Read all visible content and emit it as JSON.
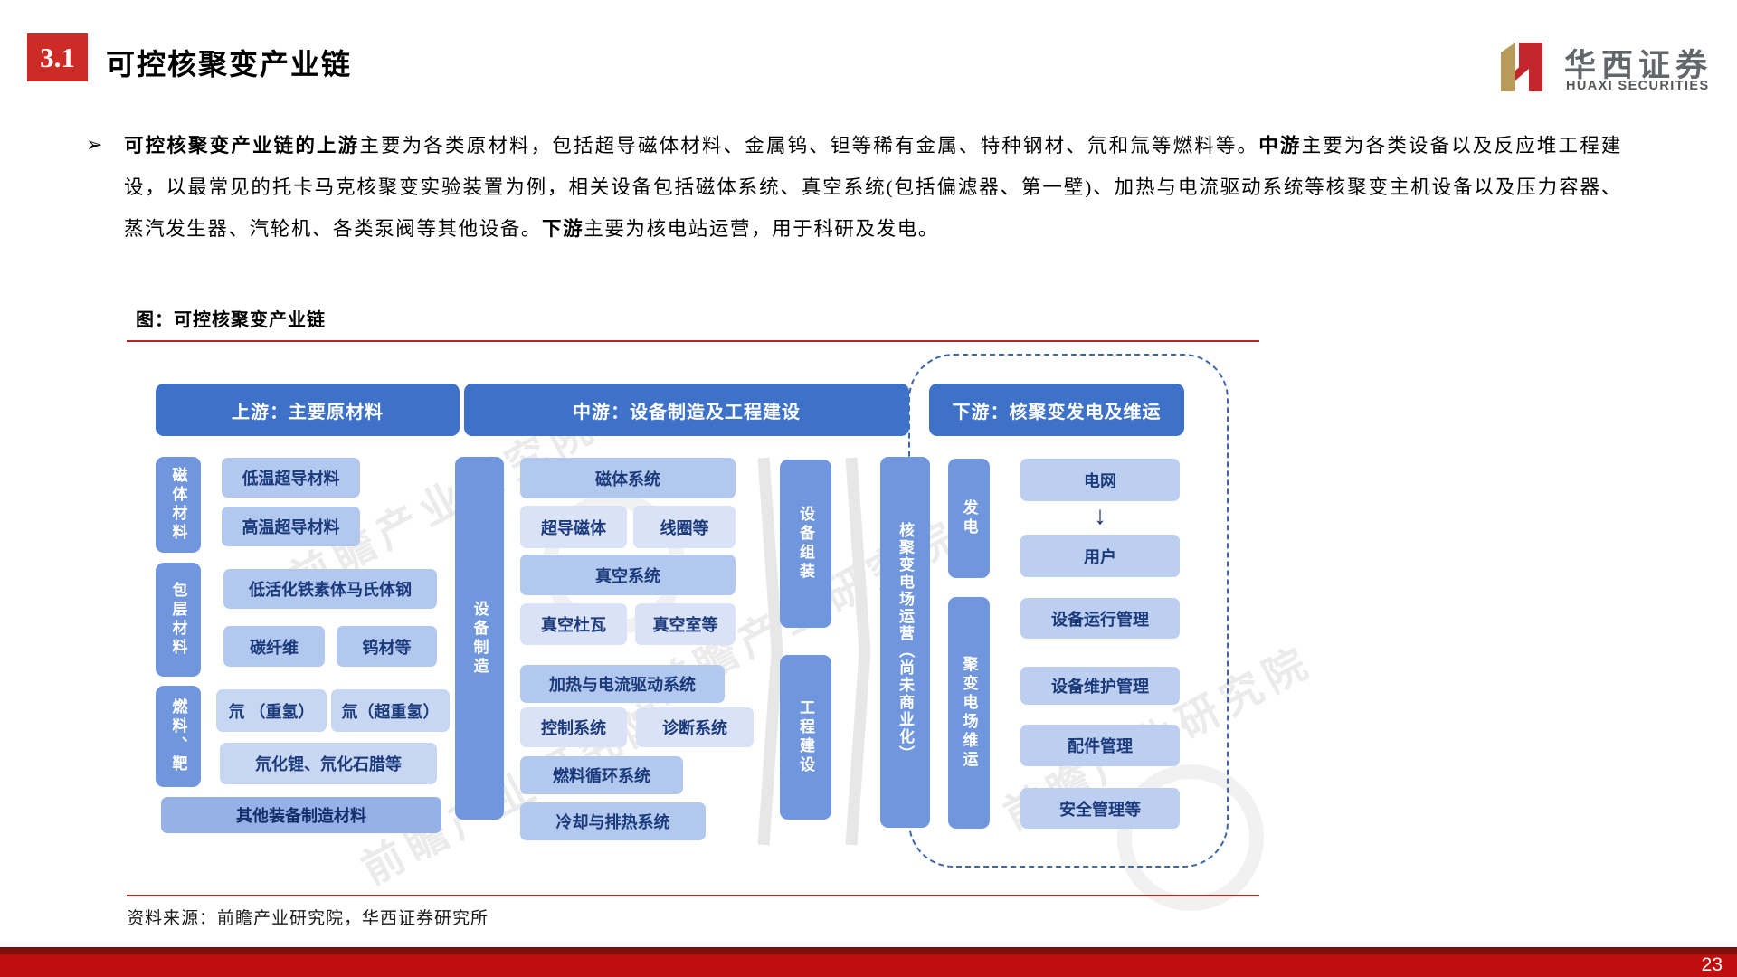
{
  "slide": {
    "section_number": "3.1",
    "title": "可控核聚变产业链",
    "page_number": "23"
  },
  "logo": {
    "name_cn": "华西证券",
    "name_en": "HUAXI SECURITIES"
  },
  "paragraph": {
    "bullet": "➢",
    "segments": [
      {
        "text": "可控核聚变产业链的上游",
        "bold": true
      },
      {
        "text": "主要为各类原材料，包括超导磁体材料、金属钨、钽等稀有金属、特种钢材、氘和氚等燃料等。",
        "bold": false
      },
      {
        "text": "中游",
        "bold": true
      },
      {
        "text": "主要为各类设备以及反应堆工程建设，以最常见的托卡马克核聚变实验装置为例，相关设备包括磁体系统、真空系统(包括偏滤器、第一壁)、加热与电流驱动系统等核聚变主机设备以及压力容器、蒸汽发生器、汽轮机、各类泵阀等其他设备。",
        "bold": false
      },
      {
        "text": "下游",
        "bold": true
      },
      {
        "text": "主要为核电站运营，用于科研及发电。",
        "bold": false
      }
    ]
  },
  "figure": {
    "caption": "图：可控核聚变产业链",
    "source": "资料来源：前瞻产业研究院，华西证券研究所"
  },
  "diagram": {
    "headers": {
      "upstream": "上游：主要原材料",
      "midstream": "中游：设备制造及工程建设",
      "downstream": "下游：核聚变发电及维运"
    },
    "upstream": {
      "groups": [
        {
          "label": "磁体材料",
          "items": [
            "低温超导材料",
            "高温超导材料"
          ]
        },
        {
          "label": "包层材料",
          "items": [
            "低活化铁素体马氏体钢",
            "碳纤维",
            "钨材等"
          ]
        },
        {
          "label": "燃料、靶",
          "items": [
            "氘 （重氢）",
            "氚（超重氢）",
            "氘化锂、氘化石腊等"
          ]
        }
      ],
      "other": "其他装备制造材料"
    },
    "midstream": {
      "manufacture_label": "设备制造",
      "items": [
        "磁体系统",
        "超导磁体",
        "线圈等",
        "真空系统",
        "真空杜瓦",
        "真空室等",
        "加热与电流驱动系统",
        "控制系统",
        "诊断系统",
        "燃料循环系统",
        "冷却与排热系统"
      ],
      "assembly_label": "设备组装",
      "construction_label": "工程建设"
    },
    "downstream": {
      "operation_label": "核聚变电场运营（尚未商业化）",
      "generation_label": "发电",
      "maintenance_label": "聚变电场维运",
      "items": [
        "电网",
        "用户",
        "设备运行管理",
        "设备维护管理",
        "配件管理",
        "安全管理等"
      ]
    }
  },
  "icons": {
    "down_arrow": "↓"
  },
  "watermark": {
    "text": "前瞻产业研究院"
  },
  "colors": {
    "accent_red": "#c00d0d",
    "deep_red": "#7c100c",
    "section_red": "#cd2b26",
    "header_blue": "#3d72c8",
    "label_blue": "#7096de",
    "item_blue_medium": "#b3c8ee",
    "item_blue_light": "#d9e2f6",
    "item_blue_fuel": "#c7d6f2",
    "navy_text": "#1b3a7c",
    "logo_gold": "#b89a5a",
    "logo_red": "#c4262e"
  }
}
